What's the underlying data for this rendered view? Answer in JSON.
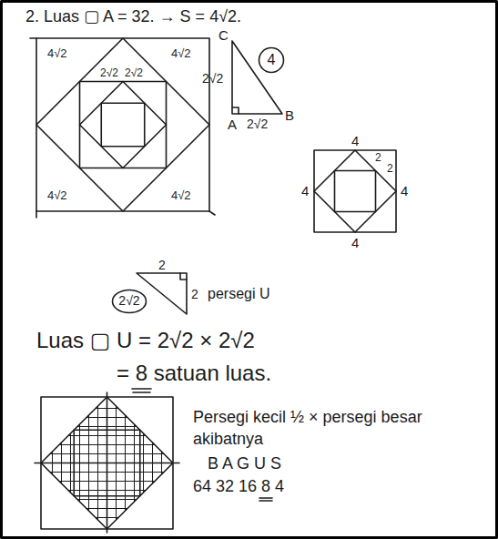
{
  "diagram": {
    "nodes": [
      {
        "text": [
          "4"
        ]
      },
      {
        "text": [
          "2√2"
        ]
      }
    ],
    "labels": [
      "2. Luas ▢ A = 32. → S = 4√2.",
      "4√2",
      "2√2",
      "2√2",
      "4√2",
      "4√2",
      "4√2",
      "C",
      "2√2",
      "A",
      "2√2",
      "B",
      "4",
      "2",
      "2",
      "4",
      "4",
      "4",
      "2",
      "2",
      "persegi U",
      "Luas ▢ U = 2√2 × 2√2",
      "= 8 satuan luas.",
      "Persegi kecil ½ × persegi besar",
      "akibatnya",
      "B A G U S",
      "64 32 16 8 4"
    ]
  }
}
